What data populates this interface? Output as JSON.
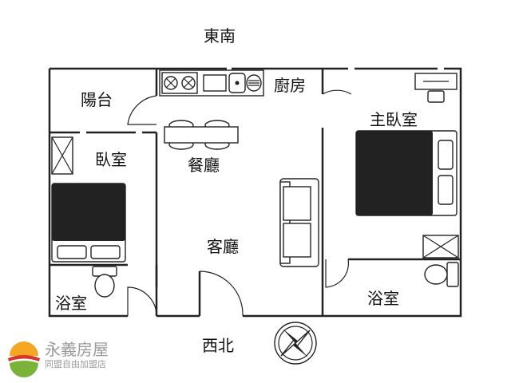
{
  "compass": {
    "top": "東南",
    "bottom": "西北"
  },
  "rooms": {
    "balcony": "陽台",
    "kitchen": "廚房",
    "master_bedroom": "主臥室",
    "bedroom": "臥室",
    "dining": "餐廳",
    "living": "客廳",
    "bath_left": "浴室",
    "bath_right": "浴室"
  },
  "logo": {
    "name": "永義房屋",
    "subtitle": "同盟自由加盟店"
  },
  "colors": {
    "logo_green": "#7bb23a",
    "logo_orange": "#f5a623",
    "logo_red": "#d9362b",
    "logo_text": "#9a9a9a"
  }
}
